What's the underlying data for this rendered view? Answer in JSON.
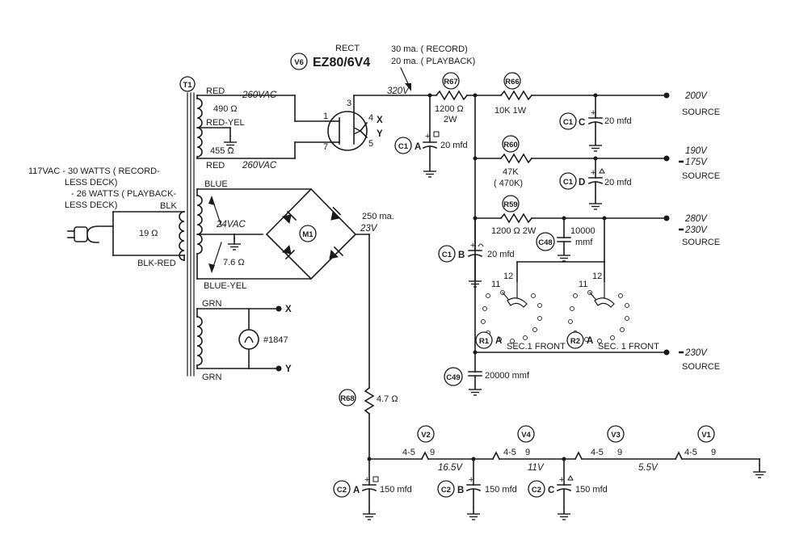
{
  "rectifier": {
    "label": "RECT",
    "ref": "V6",
    "type": "EZ80/6V4",
    "pins": [
      "1",
      "3",
      "4",
      "5",
      "7"
    ],
    "out_x": "X",
    "out_y": "Y"
  },
  "currents": {
    "record": "30 ma. ( RECORD)",
    "playback": "20 ma. ( PLAYBACK)"
  },
  "voltages": {
    "b_plus": "320V",
    "bridge_v": "23V",
    "bridge_i": "250 ma.",
    "h1": "16.5V",
    "h2": "11V",
    "h3": "5.5V"
  },
  "transformer": {
    "ref": "T1",
    "wires": {
      "red": "RED",
      "red_yel": "RED-YEL",
      "blue": "BLUE",
      "blue_yel": "BLUE-YEL",
      "grn": "GRN",
      "blk": "BLK",
      "blk_red": "BLK-RED"
    },
    "hv": "260VAC",
    "r_upper": "490 Ω",
    "r_lower": "455 Ω",
    "lv": "24VAC",
    "lv_r": "7.6 Ω",
    "primary_r": "19 Ω",
    "lamp": "#1847"
  },
  "mains": {
    "line1": "117VAC - 30 WATTS ( RECORD-",
    "line2": "LESS DECK)",
    "line3": "- 26 WATTS ( PLAYBACK-",
    "line4": "LESS DECK)"
  },
  "resistors": {
    "r67": {
      "ref": "R67",
      "value": "1200 Ω",
      "watt": "2W"
    },
    "r66": {
      "ref": "R66",
      "value": "10K  1W"
    },
    "r60": {
      "ref": "R60",
      "value": "47K",
      "alt": "( 470K)"
    },
    "r59": {
      "ref": "R59",
      "value": "1200 Ω    2W"
    },
    "r68": {
      "ref": "R68",
      "value": "4.7 Ω"
    }
  },
  "capacitors": {
    "c1a": {
      "ref": "C1",
      "sec": "A",
      "value": "20 mfd"
    },
    "c1b": {
      "ref": "C1",
      "sec": "B",
      "value": "20 mfd"
    },
    "c1c": {
      "ref": "C1",
      "sec": "C",
      "value": "20 mfd"
    },
    "c1d": {
      "ref": "C1",
      "sec": "D",
      "value": "20 mfd"
    },
    "c48": {
      "ref": "C48",
      "value1": "10000",
      "value2": "mmf"
    },
    "c49": {
      "ref": "C49",
      "value": "20000 mmf"
    },
    "c2a": {
      "ref": "C2",
      "sec": "A",
      "value": "150 mfd"
    },
    "c2b": {
      "ref": "C2",
      "sec": "B",
      "value": "150 mfd"
    },
    "c2c": {
      "ref": "C2",
      "sec": "C",
      "value": "150 mfd"
    }
  },
  "outputs": {
    "o1": {
      "v": "200V",
      "label": "SOURCE"
    },
    "o2": {
      "v1": "190V",
      "v2": "175V",
      "label": "SOURCE"
    },
    "o3": {
      "v1": "280V",
      "v2": "230V",
      "label": "SOURCE"
    },
    "o4": {
      "v": "230V",
      "label": "SOURCE"
    }
  },
  "switches": {
    "r1": {
      "ref": "R1",
      "sec": "A",
      "label": "SEC.1 FRONT",
      "p11": "11",
      "p12": "12"
    },
    "r2": {
      "ref": "R2",
      "sec": "A",
      "label": "SEC. 1 FRONT",
      "p11": "11",
      "p12": "12"
    }
  },
  "bridge": {
    "ref": "M1"
  },
  "heaters": {
    "v2": "V2",
    "v4": "V4",
    "v3": "V3",
    "v1": "V1",
    "pins": "4-5",
    "pin9": "9"
  }
}
